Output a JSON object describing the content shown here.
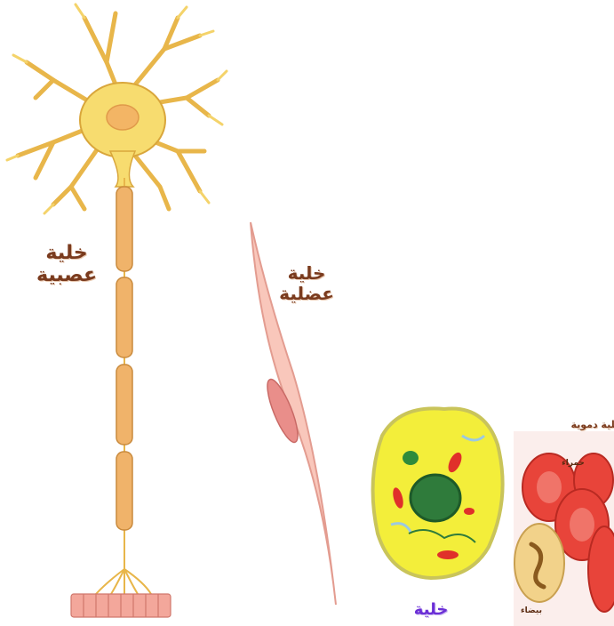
{
  "nerve_cell": {
    "line1": "خلية",
    "line2": "عصبية"
  },
  "muscle_cell": {
    "line1": "خلية",
    "line2": "عضلية"
  },
  "generic_cell": {
    "label": "خلية"
  },
  "blood_cell": {
    "title": "خلية دموية",
    "red_label": "حمراء",
    "white_label": "بيضاء"
  },
  "colors": {
    "nerve_fill": "#f7dc6f",
    "nerve_stroke": "#d9a63b",
    "nucleus": "#f3b565",
    "axon": "#f0b36a",
    "muscle_fill": "#f9c7bb",
    "label_brown": "#7a3b1e",
    "label_purple": "#6b2fd6",
    "cell_yellow": "#f3ee3a",
    "rbc_red": "#e8443a"
  }
}
